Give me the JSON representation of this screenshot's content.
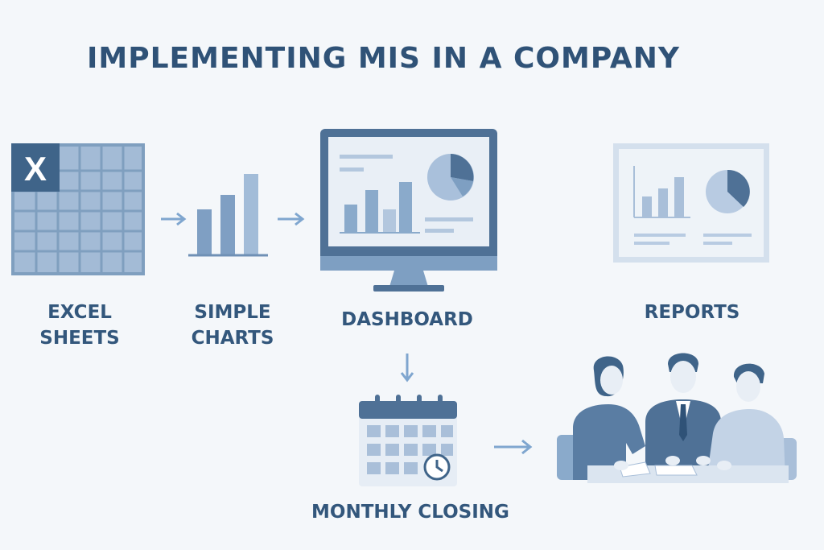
{
  "title": "IMPLEMENTING MIS IN A COMPANY",
  "steps": {
    "excel": {
      "line1": "EXCEL",
      "line2": "SHEETS",
      "icon_letter": "X"
    },
    "charts": {
      "line1": "SIMPLE",
      "line2": "CHARTS"
    },
    "dashboard": {
      "label": "DASHBOARD"
    },
    "reports": {
      "label": "REPORTS"
    },
    "closing": {
      "label": "MONTHLY CLOSING"
    }
  },
  "colors": {
    "dark": "#4f7196",
    "mid": "#7f9fc3",
    "light": "#b3c7de",
    "pale": "#dbe5f0",
    "arrow": "#7fa6cf"
  }
}
